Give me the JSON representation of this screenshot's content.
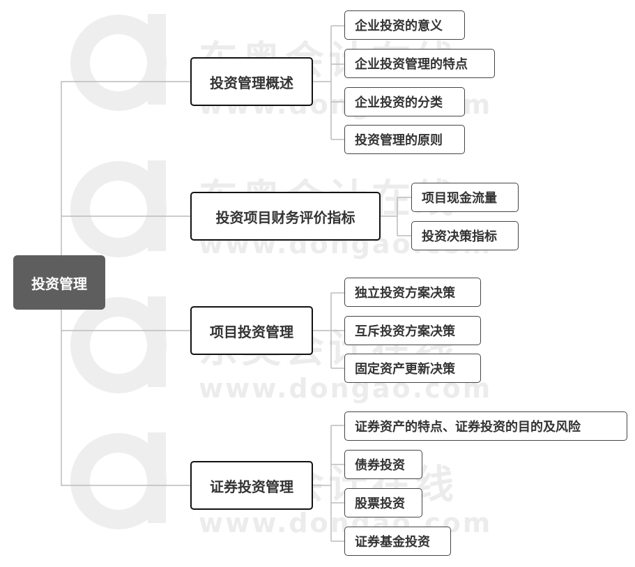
{
  "root": {
    "label": "投资管理"
  },
  "branches": [
    {
      "label": "投资管理概述",
      "children": [
        "企业投资的意义",
        "企业投资管理的特点",
        "企业投资的分类",
        "投资管理的原则"
      ]
    },
    {
      "label": "投资项目财务评价指标",
      "children": [
        "项目现金流量",
        "投资决策指标"
      ]
    },
    {
      "label": "项目投资管理",
      "children": [
        "独立投资方案决策",
        "互斥投资方案决策",
        "固定资产更新决策"
      ]
    },
    {
      "label": "证券投资管理",
      "children": [
        "证券资产的特点、证券投资的目的及风险",
        "债券投资",
        "股票投资",
        "证券基金投资"
      ]
    }
  ],
  "watermark": {
    "brand": "东奥会计在线",
    "url": "www.dongao.com"
  },
  "colors": {
    "root_bg": "#5e5e5e",
    "connector": "#bbbbbb",
    "node_border": "#111111",
    "watermark": "#ececec"
  }
}
